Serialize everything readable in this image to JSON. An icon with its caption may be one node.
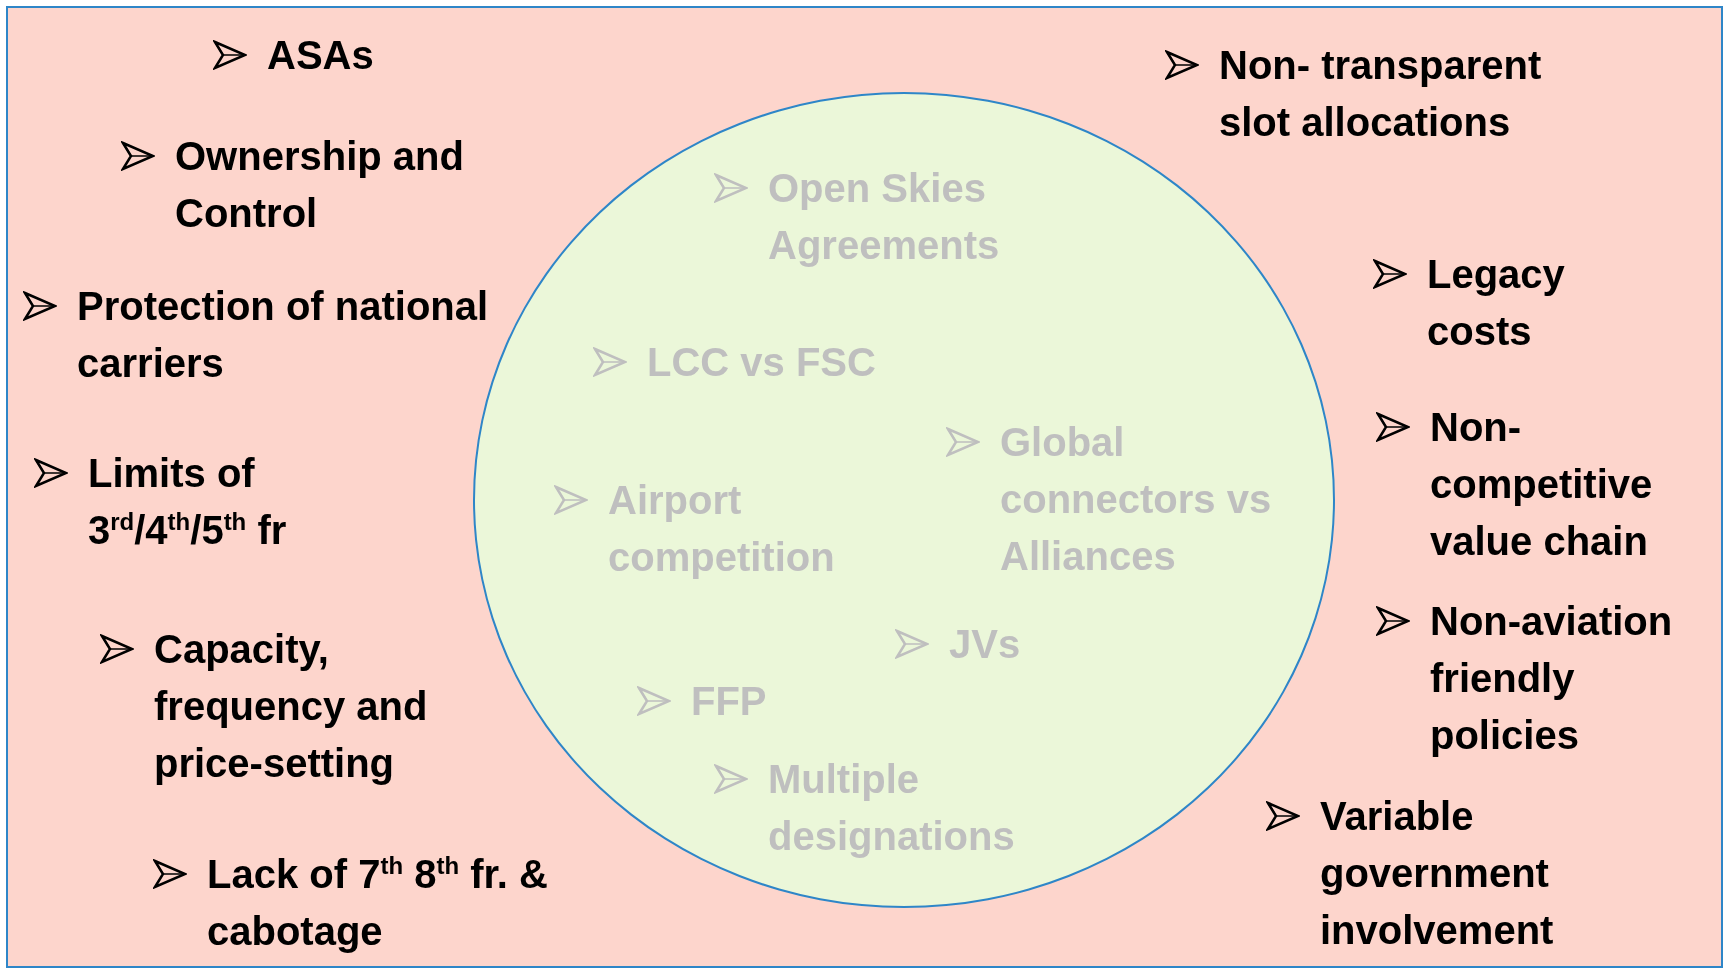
{
  "diagram": {
    "nodes": [
      {
        "text": [
          "ASAs",
          "Ownership and Control",
          "Protection of national carriers",
          "Limits of 3$^{rd}$/4$^{th}$/5$^{th}$ fr",
          "Capacity, frequency and price-setting",
          "Lack of 7$^{th}$  8$^{th}$ fr. & cabotage",
          "Non- transparent slot allocations",
          "Legacy costs",
          "Non- competitive value chain",
          "Non-aviation friendly policies",
          "Variable government involvement"
        ]
      },
      {
        "text": [
          "Open Skies Agreements",
          "LCC vs FSC",
          "Global connectors vs Alliances",
          "Airport competition",
          "JVs",
          "FFP",
          "Multiple designations"
        ],
        "in": 0
      }
    ]
  }
}
